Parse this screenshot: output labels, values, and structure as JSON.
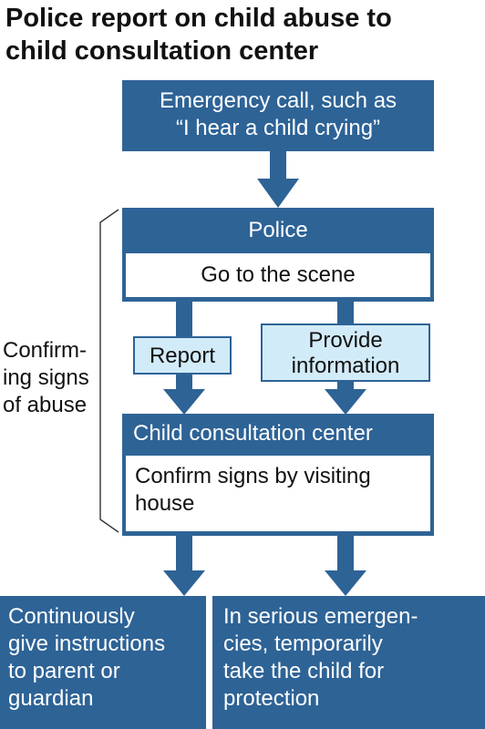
{
  "title_line1": "Police report on child abuse to",
  "title_line2": "child consultation center",
  "emergency": {
    "line1": "Emergency call, such as",
    "line2": "“I hear a child crying”"
  },
  "police": {
    "label": "Police",
    "action": "Go to the scene"
  },
  "report_label": "Report",
  "provide": {
    "line1": "Provide",
    "line2": "information"
  },
  "center": {
    "label": "Child consultation center",
    "action_line1": "Confirm signs by visiting",
    "action_line2": "house"
  },
  "side_label": {
    "line1": "Confirm-",
    "line2": "ing signs",
    "line3": "of abuse"
  },
  "outcome_left": {
    "line1": "Continuously",
    "line2": "give instructions",
    "line3": "to parent or",
    "line4": "guardian"
  },
  "outcome_right": {
    "line1": "In serious emergen-",
    "line2": "cies, temporarily",
    "line3": "take the child for",
    "line4": "protection"
  },
  "colors": {
    "dark_blue": "#2e6396",
    "light_blue": "#d2ebf8"
  }
}
